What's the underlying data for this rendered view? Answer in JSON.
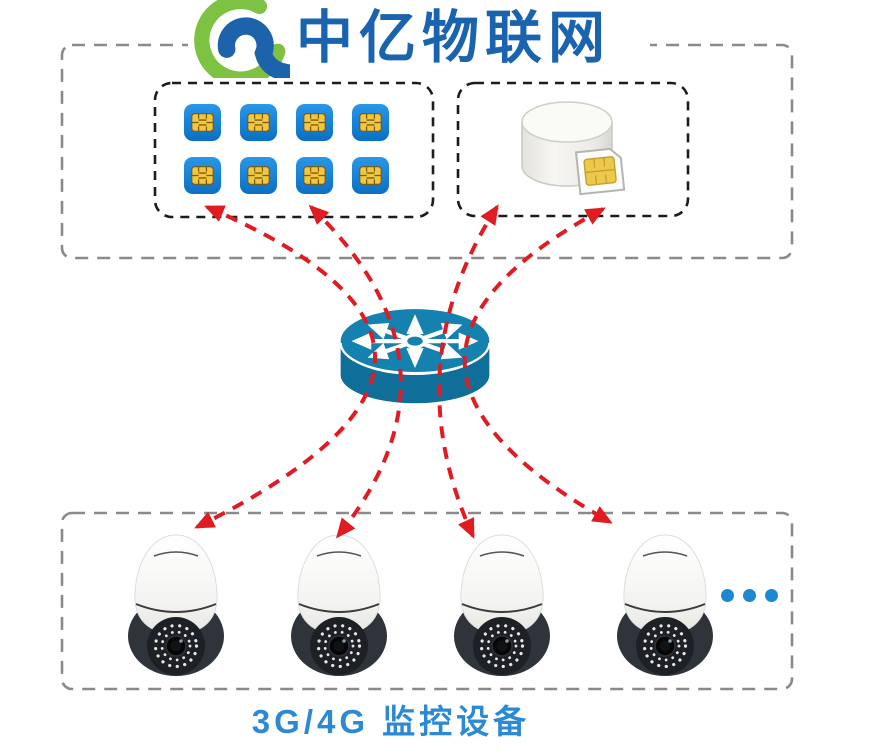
{
  "logo": {
    "text": "中亿物联网",
    "icon": "swirl-logo-icon",
    "text_color": "#1a63ae",
    "icon_green": "#7dc242",
    "icon_blue": "#1c63ac"
  },
  "top_zone": {
    "sim_pool": {
      "sim_count": 8,
      "sim_body_color": "#0d82d8",
      "sim_chip_color": "#f2c63e"
    },
    "database": {
      "icons": [
        "database-cylinder-icon",
        "sim-card-icon"
      ],
      "cylinder_color": "#f2f1ed",
      "sim_chip_color": "#edc84a"
    }
  },
  "router": {
    "icon": "router-icon",
    "body_color": "#1480ac",
    "arrow_color": "#ffffff"
  },
  "links": {
    "count": 4,
    "style": "dashed-curved-double-arrow",
    "color": "#e11b22"
  },
  "device_zone": {
    "camera_count": 4,
    "ellipsis_dot_count": 3,
    "ellipsis_color": "#1e87d2",
    "label": "3G/4G 监控设备",
    "label_color": "#2b8ad3"
  }
}
